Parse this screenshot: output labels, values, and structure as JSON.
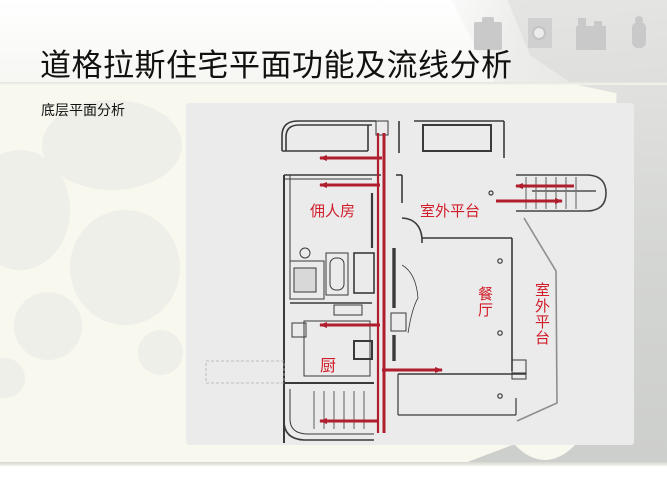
{
  "slide": {
    "title": "道格拉斯住宅平面功能及流线分析",
    "subtitle": "底层平面分析"
  },
  "header_icons": [
    {
      "name": "camera-icon"
    },
    {
      "name": "speaker-icon"
    },
    {
      "name": "building-icon"
    },
    {
      "name": "person-icon"
    }
  ],
  "floor_plan": {
    "rooms": [
      {
        "id": "servant-room",
        "label": "佣人房"
      },
      {
        "id": "outdoor-terrace-north",
        "label": "室外平台"
      },
      {
        "id": "dining-room",
        "label": "餐厅"
      },
      {
        "id": "outdoor-terrace-east",
        "label": "室外平台"
      },
      {
        "id": "kitchen",
        "label": "厨"
      }
    ],
    "colors": {
      "flow_arrow": "#b01e2e",
      "wall": "#333333",
      "label": "#d11d2a",
      "background": "#ebebeb"
    }
  }
}
